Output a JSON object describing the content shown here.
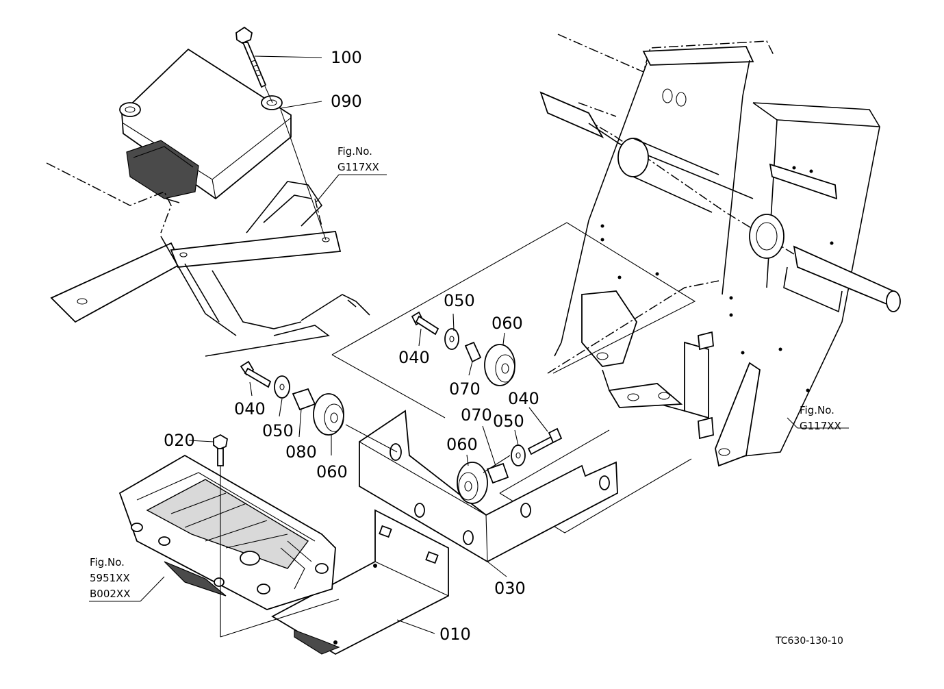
{
  "callouts": {
    "p100": "100",
    "p090": "090",
    "p050_top": "050",
    "p060_top": "060",
    "p040_top": "040",
    "p070_top": "070",
    "p040_left": "040",
    "p050_left": "050",
    "p080": "080",
    "p060_left": "060",
    "p020": "020",
    "p070_right": "070",
    "p050_right": "050",
    "p040_right": "040",
    "p060_right": "060",
    "p030": "030",
    "p010": "010"
  },
  "figure_refs": {
    "top": {
      "label": "Fig.No.",
      "code": "G117XX"
    },
    "right": {
      "label": "Fig.No.",
      "code": "G117XX"
    },
    "left": {
      "label": "Fig.No.",
      "code1": "5951XX",
      "code2": "B002XX"
    }
  },
  "drawing_code": "TC630-130-10"
}
